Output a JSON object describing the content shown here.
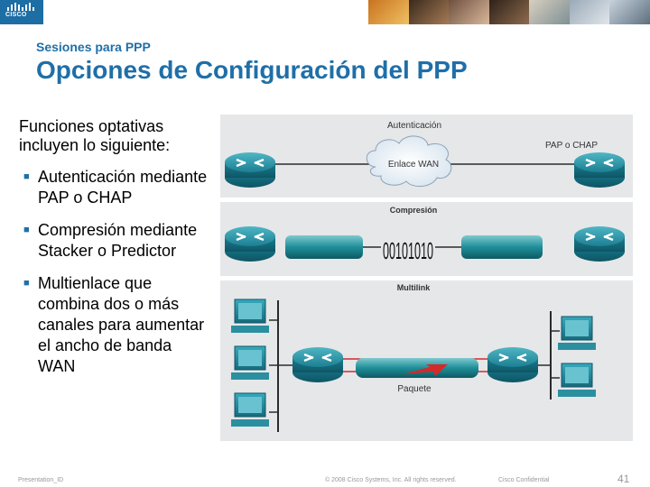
{
  "header": {
    "logo_text": "CISCO",
    "subtitle": "Sesiones para PPP",
    "title": "Opciones de Configuración del PPP"
  },
  "content": {
    "intro": "Funciones optativas incluyen lo siguiente:",
    "bullets": [
      "Autenticación mediante PAP o CHAP",
      "Compresión mediante Stacker o Predictor",
      "Multienlace que combina dos o más canales para aumentar el ancho de banda WAN"
    ]
  },
  "diagram": {
    "auth_label": "Autenticación",
    "protocol_label": "PAP o CHAP",
    "cloud_label": "Enlace WAN",
    "compression_label": "Compresión",
    "bits_label": "00101010",
    "multilink_label": "Multilink",
    "packet_label": "Paquete"
  },
  "footer": {
    "presentation": "Presentation_ID",
    "copyright": "© 2008 Cisco Systems, Inc. All rights reserved.",
    "confidential": "Cisco Confidential",
    "page": "41"
  },
  "colors": {
    "title_blue": "#1f6fa8",
    "router_teal": "#1e8ea0",
    "panel_gray": "#e6e7e9",
    "link_red": "#d32a2a"
  }
}
